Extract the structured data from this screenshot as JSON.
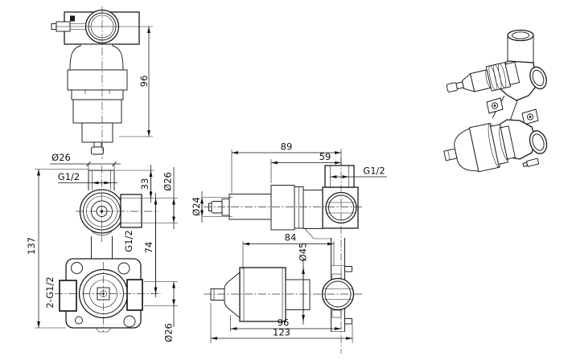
{
  "drawing": {
    "background": "#ffffff",
    "line_color": "#1a1a1a",
    "views": {
      "top_view": {
        "dim_height": "96",
        "dim_diameter": "Ø26"
      },
      "front_view": {
        "thread_top": "G1/2",
        "dim_overall_height": "137",
        "dim_port_offset": "33",
        "dim_port_diameter": "Ø26",
        "thread_side": "G1/2",
        "dim_port_spacing": "74",
        "thread_bottom_ports": "2-G1/2",
        "dim_bottom_port_diameter": "Ø26"
      },
      "side_view_upper": {
        "dim_depth_overall": "89",
        "dim_depth_thread": "59",
        "thread_top_port": "G1/2",
        "dim_stem_diameter": "Ø24"
      },
      "side_view_lower": {
        "dim_body_depth": "84",
        "dim_body_diameter": "Ø45",
        "dim_depth_inner": "96",
        "dim_depth_total": "123"
      }
    }
  }
}
